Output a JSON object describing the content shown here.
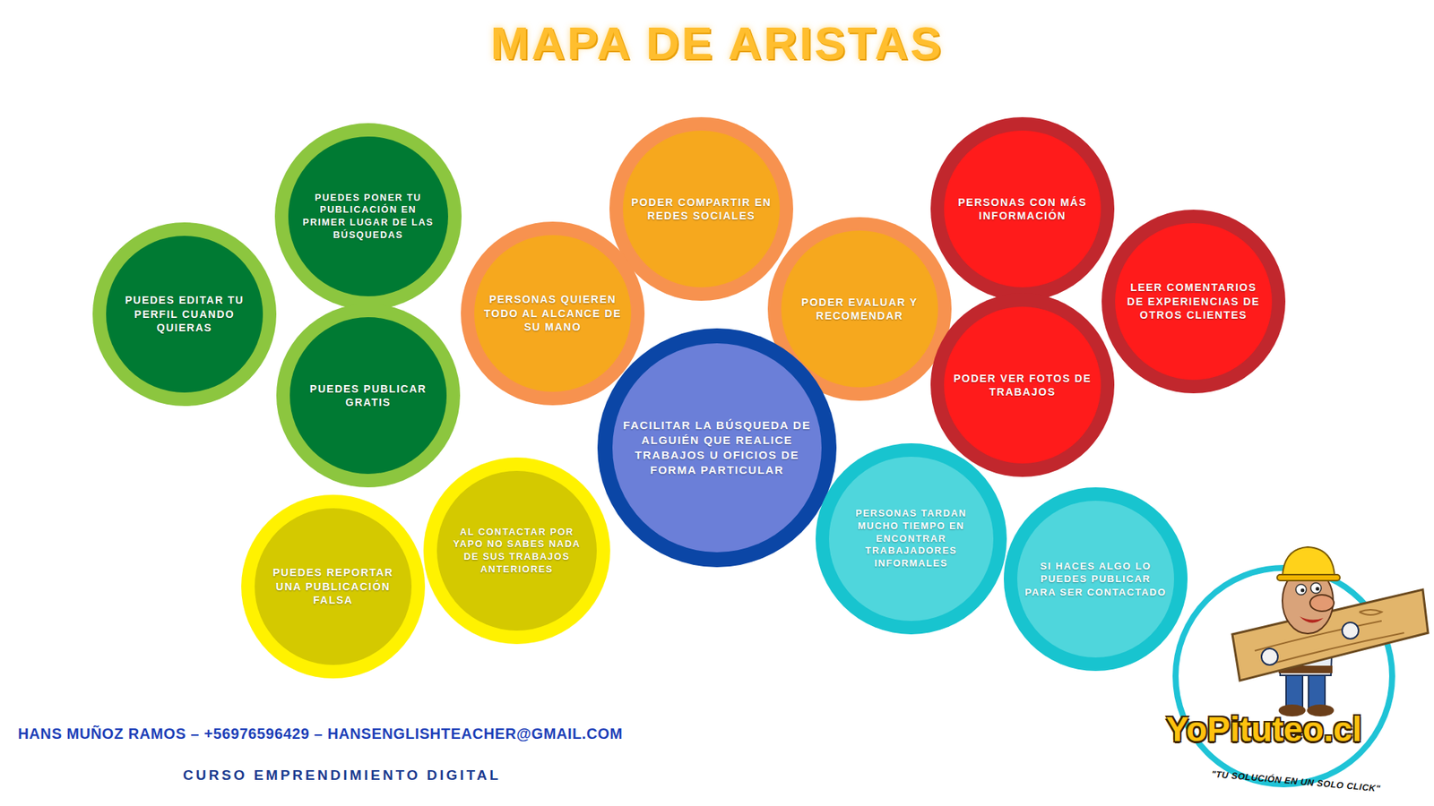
{
  "diagram": {
    "title": "MAPA DE ARISTAS",
    "nodes": [
      {
        "text": [
          "PUEDES PONER TU PUBLICACIÓN EN PRIMER LUGAR DE LAS BÚSQUEDAS"
        ]
      },
      {
        "text": [
          "PODER COMPARTIR EN REDES SOCIALES"
        ]
      },
      {
        "text": [
          "PERSONAS CON MÁS INFORMACIÓN"
        ]
      },
      {
        "text": [
          "LEER COMENTARIOS DE EXPERIENCIAS DE OTROS CLIENTES"
        ]
      },
      {
        "text": [
          "PODER EVALUAR Y RECOMENDAR"
        ]
      },
      {
        "text": [
          "PERSONAS QUIEREN TODO AL ALCANCE DE SU MANO"
        ]
      },
      {
        "text": [
          "PUEDES EDITAR TU PERFIL CUANDO QUIERAS"
        ]
      },
      {
        "text": [
          "PODER VER FOTOS DE TRABAJOS"
        ]
      },
      {
        "text": [
          "PUEDES PUBLICAR GRATIS"
        ]
      },
      {
        "text": [
          "FACILITAR LA BÚSQUEDA DE ALGUIÉN QUE REALICE TRABAJOS U OFICIOS DE FORMA PARTICULAR"
        ]
      },
      {
        "text": [
          "PERSONAS TARDAN MUCHO TIEMPO EN ENCONTRAR TRABAJADORES INFORMALES"
        ]
      },
      {
        "text": [
          "AL CONTACTAR POR YAPO NO SABES NADA DE SUS TRABAJOS ANTERIORES"
        ]
      },
      {
        "text": [
          "SI HACES ALGO LO PUEDES PUBLICAR PARA SER CONTACTADO"
        ]
      },
      {
        "text": [
          "PUEDES REPORTAR UNA PUBLICACIÓN FALSA"
        ]
      }
    ],
    "labels": [
      "HANS MUÑOZ RAMOS – +56976596429 – HANSENGLISHTEACHER@GMAIL.COM",
      "CURSO EMPRENDIMIENTO DIGITAL",
      "YoPituteo.cl",
      "\"TU SOLUCIÓN EN UN SOLO CLICK\""
    ]
  }
}
